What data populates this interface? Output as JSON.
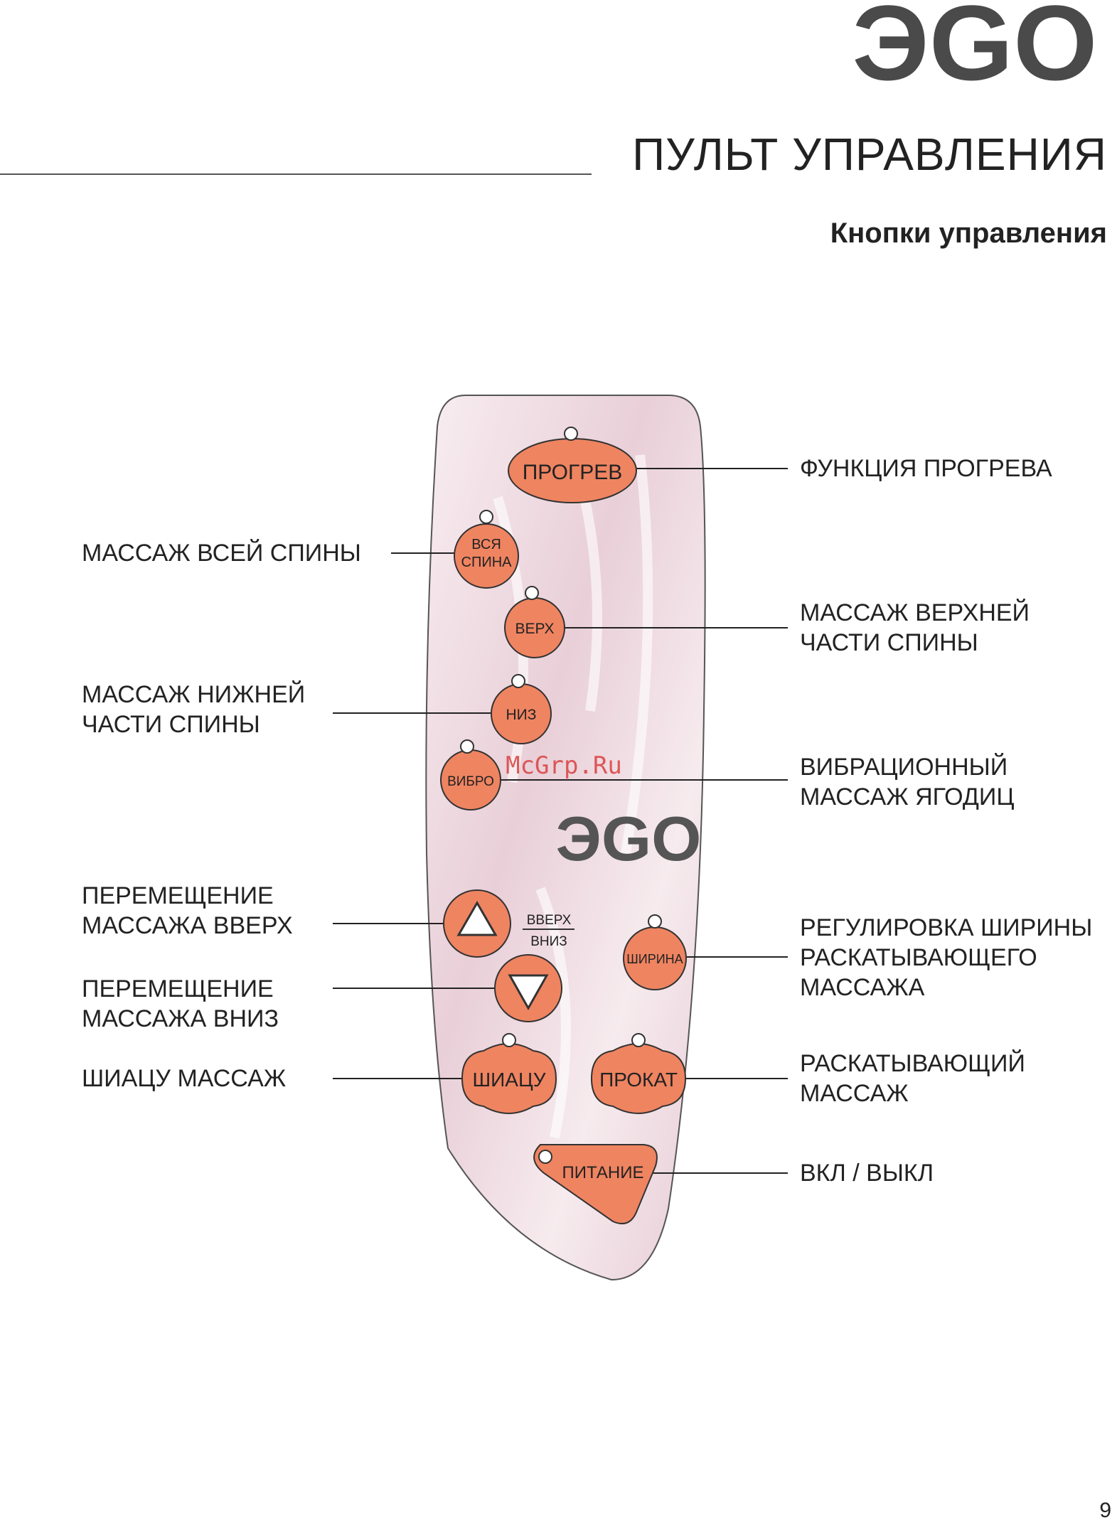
{
  "brand": {
    "logo": "ЭGO"
  },
  "header": {
    "title": "ПУЛЬТ УПРАВЛЕНИЯ",
    "subtitle": "Кнопки управления"
  },
  "remote": {
    "logo": "ЭGO",
    "watermark": "McGrp.Ru",
    "body_color": "#f3e6ea",
    "button_color": "#ef8461",
    "buttons": {
      "warm": "ПРОГРЕВ",
      "full_back_line1": "ВСЯ",
      "full_back_line2": "СПИНА",
      "upper": "ВЕРХ",
      "lower": "НИЗ",
      "vibro": "ВИБРО",
      "updown_top": "ВВЕРХ",
      "updown_bottom": "ВНИЗ",
      "width": "ШИРИНА",
      "shiatsu": "ШИАЦУ",
      "rolling": "ПРОКАТ",
      "power": "ПИТАНИЕ"
    }
  },
  "labels": {
    "warm": [
      "ФУНКЦИЯ ПРОГРЕВА"
    ],
    "full_back": [
      "МАССАЖ ВСЕЙ СПИНЫ"
    ],
    "upper": [
      "МАССАЖ ВЕРХНЕЙ",
      "ЧАСТИ СПИНЫ"
    ],
    "lower": [
      "МАССАЖ НИЖНЕЙ",
      "ЧАСТИ СПИНЫ"
    ],
    "vibro": [
      "ВИБРАЦИОННЫЙ",
      "МАССАЖ ЯГОДИЦ"
    ],
    "move_up": [
      "ПЕРЕМЕЩЕНИЕ",
      "МАССАЖА ВВЕРХ"
    ],
    "move_down": [
      "ПЕРЕМЕЩЕНИЕ",
      "МАССАЖА ВНИЗ"
    ],
    "width": [
      "РЕГУЛИРОВКА ШИРИНЫ",
      "РАСКАТЫВАЮЩЕГО",
      "МАССАЖА"
    ],
    "shiatsu": [
      "ШИАЦУ МАССАЖ"
    ],
    "rolling": [
      "РАСКАТЫВАЮЩИЙ",
      "МАССАЖ"
    ],
    "power": [
      "ВКЛ / ВЫКЛ"
    ]
  },
  "page_number": "9"
}
